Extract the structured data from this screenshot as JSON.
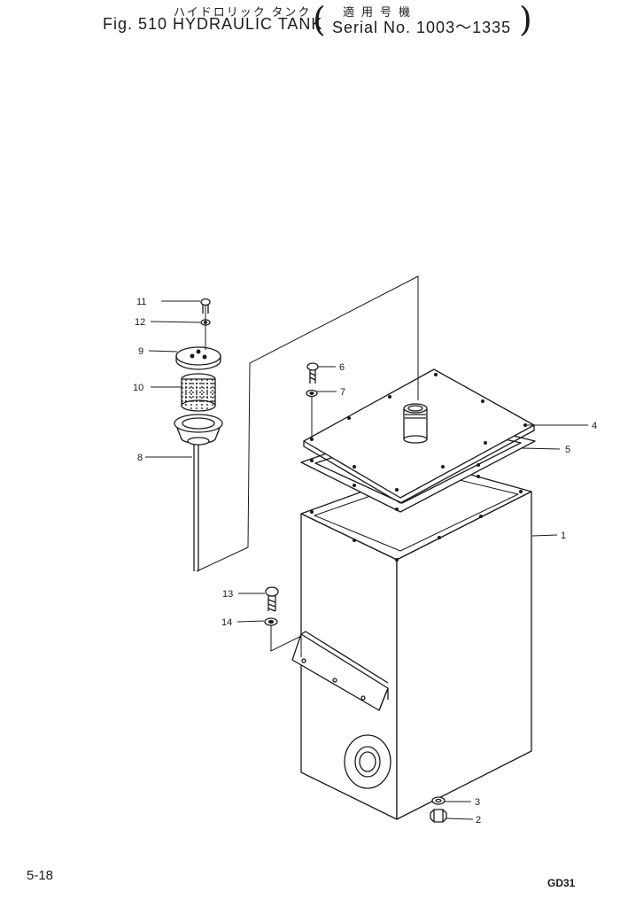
{
  "header": {
    "kana_name": "ハイドロリック タンク",
    "title": "Fig. 510 HYDRAULIC TANK",
    "paren_open": "(",
    "kanji_label": "適用号機",
    "serial": "Serial No. 1003～1335",
    "paren_close": ")"
  },
  "callouts": {
    "c1": "1",
    "c2": "2",
    "c3": "3",
    "c4": "4",
    "c5": "5",
    "c6": "6",
    "c7": "7",
    "c8": "8",
    "c9": "9",
    "c10": "10",
    "c11": "11",
    "c12": "12",
    "c13": "13",
    "c14": "14"
  },
  "footer": {
    "page": "5-18",
    "code": "GD31"
  }
}
